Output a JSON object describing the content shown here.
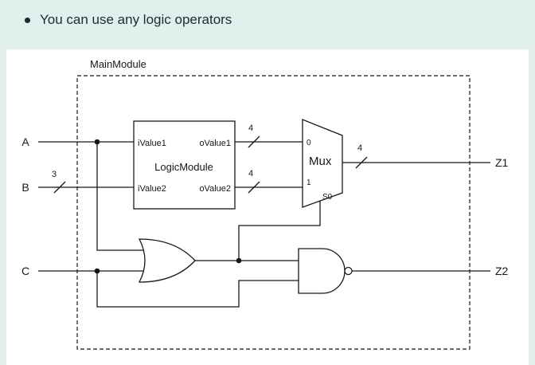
{
  "bullet": {
    "text": "You can use any logic operators"
  },
  "diagram": {
    "module_title": "MainModule",
    "ports": {
      "a": "A",
      "b": "B",
      "c": "C",
      "z1": "Z1",
      "z2": "Z2"
    },
    "logic_module": {
      "title": "LogicModule",
      "ivalue1": "iValue1",
      "ivalue2": "iValue2",
      "ovalue1": "oValue1",
      "ovalue2": "oValue2"
    },
    "mux": {
      "label": "Mux",
      "input0": "0",
      "input1": "1",
      "select": "S0"
    },
    "bus_widths": {
      "b": "3",
      "ovalue1": "4",
      "ovalue2": "4",
      "z1": "4"
    },
    "colors": {
      "page_background": "#e2f0ed",
      "panel_background": "#ffffff",
      "line": "#14181c"
    }
  }
}
